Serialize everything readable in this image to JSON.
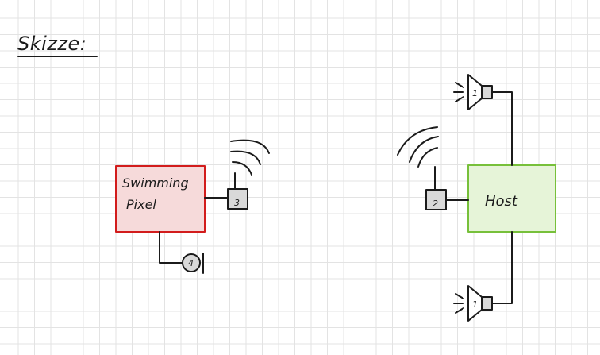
{
  "title": "Skizze:",
  "nodes": {
    "pixel": {
      "label_line1": "Swimming",
      "label_line2": "Pixel",
      "fill": "#f6dada",
      "stroke": "#d21c1c"
    },
    "host": {
      "label": "Host",
      "fill": "#e6f4d8",
      "stroke": "#77c03a"
    }
  },
  "components": {
    "antenna_pixel": "3",
    "antenna_host": "2",
    "sensor": "4",
    "speaker_top": "1",
    "speaker_bottom": "1"
  }
}
